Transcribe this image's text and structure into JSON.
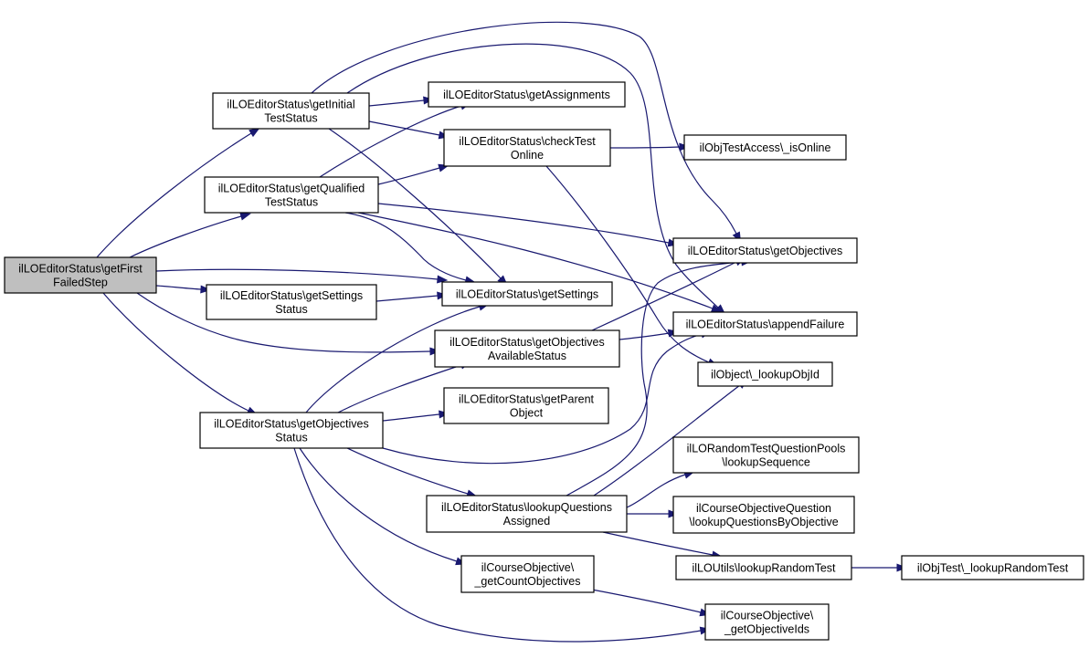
{
  "nodes": {
    "getFirstFailedStep": {
      "lines": [
        "ilLOEditorStatus\\getFirst",
        "FailedStep"
      ]
    },
    "getInitialTestStatus": {
      "lines": [
        "ilLOEditorStatus\\getInitial",
        "TestStatus"
      ]
    },
    "getQualifiedTestStatus": {
      "lines": [
        "ilLOEditorStatus\\getQualified",
        "TestStatus"
      ]
    },
    "getSettingsStatus": {
      "lines": [
        "ilLOEditorStatus\\getSettings",
        "Status"
      ]
    },
    "getObjectivesStatus": {
      "lines": [
        "ilLOEditorStatus\\getObjectives",
        "Status"
      ]
    },
    "getAssignments": {
      "lines": [
        "ilLOEditorStatus\\getAssignments"
      ]
    },
    "checkTestOnline": {
      "lines": [
        "ilLOEditorStatus\\checkTest",
        "Online"
      ]
    },
    "getSettings": {
      "lines": [
        "ilLOEditorStatus\\getSettings"
      ]
    },
    "getObjectivesAvailableStatus": {
      "lines": [
        "ilLOEditorStatus\\getObjectives",
        "AvailableStatus"
      ]
    },
    "getParentObject": {
      "lines": [
        "ilLOEditorStatus\\getParent",
        "Object"
      ]
    },
    "lookupQuestionsAssigned": {
      "lines": [
        "ilLOEditorStatus\\lookupQuestions",
        "Assigned"
      ]
    },
    "getCountObjectives": {
      "lines": [
        "ilCourseObjective\\",
        "_getCountObjectives"
      ]
    },
    "isOnline": {
      "lines": [
        "ilObjTestAccess\\_isOnline"
      ]
    },
    "getObjectives": {
      "lines": [
        "ilLOEditorStatus\\getObjectives"
      ]
    },
    "appendFailure": {
      "lines": [
        "ilLOEditorStatus\\appendFailure"
      ]
    },
    "lookupObjId": {
      "lines": [
        "ilObject\\_lookupObjId"
      ]
    },
    "lookupSequence": {
      "lines": [
        "ilLORandomTestQuestionPools",
        "\\lookupSequence"
      ]
    },
    "lookupQuestionsByObjective": {
      "lines": [
        "ilCourseObjectiveQuestion",
        "\\lookupQuestionsByObjective"
      ]
    },
    "lookupRandomTest": {
      "lines": [
        "ilLOUtils\\lookupRandomTest"
      ]
    },
    "getObjectiveIds": {
      "lines": [
        "ilCourseObjective\\",
        "_getObjectiveIds"
      ]
    },
    "objTestLookupRandomTest": {
      "lines": [
        "ilObjTest\\_lookupRandomTest"
      ]
    }
  },
  "edges": [
    [
      "getFirstFailedStep",
      "getInitialTestStatus"
    ],
    [
      "getFirstFailedStep",
      "getQualifiedTestStatus"
    ],
    [
      "getFirstFailedStep",
      "getSettings"
    ],
    [
      "getFirstFailedStep",
      "getSettingsStatus"
    ],
    [
      "getFirstFailedStep",
      "getObjectivesAvailableStatus"
    ],
    [
      "getFirstFailedStep",
      "getObjectivesStatus"
    ],
    [
      "getInitialTestStatus",
      "getAssignments"
    ],
    [
      "getInitialTestStatus",
      "checkTestOnline"
    ],
    [
      "getInitialTestStatus",
      "getSettings"
    ],
    [
      "getInitialTestStatus",
      "getObjectives"
    ],
    [
      "getInitialTestStatus",
      "appendFailure"
    ],
    [
      "getQualifiedTestStatus",
      "getAssignments"
    ],
    [
      "getQualifiedTestStatus",
      "checkTestOnline"
    ],
    [
      "getQualifiedTestStatus",
      "getSettings"
    ],
    [
      "getQualifiedTestStatus",
      "getObjectives"
    ],
    [
      "getQualifiedTestStatus",
      "appendFailure"
    ],
    [
      "checkTestOnline",
      "isOnline"
    ],
    [
      "checkTestOnline",
      "lookupObjId"
    ],
    [
      "getSettingsStatus",
      "getSettings"
    ],
    [
      "getObjectivesAvailableStatus",
      "getObjectives"
    ],
    [
      "getObjectivesAvailableStatus",
      "appendFailure"
    ],
    [
      "getObjectivesStatus",
      "getSettings"
    ],
    [
      "getObjectivesStatus",
      "getObjectivesAvailableStatus"
    ],
    [
      "getObjectivesStatus",
      "getParentObject"
    ],
    [
      "getObjectivesStatus",
      "appendFailure"
    ],
    [
      "getObjectivesStatus",
      "lookupQuestionsAssigned"
    ],
    [
      "getObjectivesStatus",
      "getCountObjectives"
    ],
    [
      "getObjectivesStatus",
      "getObjectiveIds"
    ],
    [
      "lookupQuestionsAssigned",
      "getObjectives"
    ],
    [
      "lookupQuestionsAssigned",
      "lookupObjId"
    ],
    [
      "lookupQuestionsAssigned",
      "lookupSequence"
    ],
    [
      "lookupQuestionsAssigned",
      "lookupQuestionsByObjective"
    ],
    [
      "lookupQuestionsAssigned",
      "lookupRandomTest"
    ],
    [
      "getCountObjectives",
      "getObjectiveIds"
    ],
    [
      "lookupRandomTest",
      "objTestLookupRandomTest"
    ]
  ]
}
